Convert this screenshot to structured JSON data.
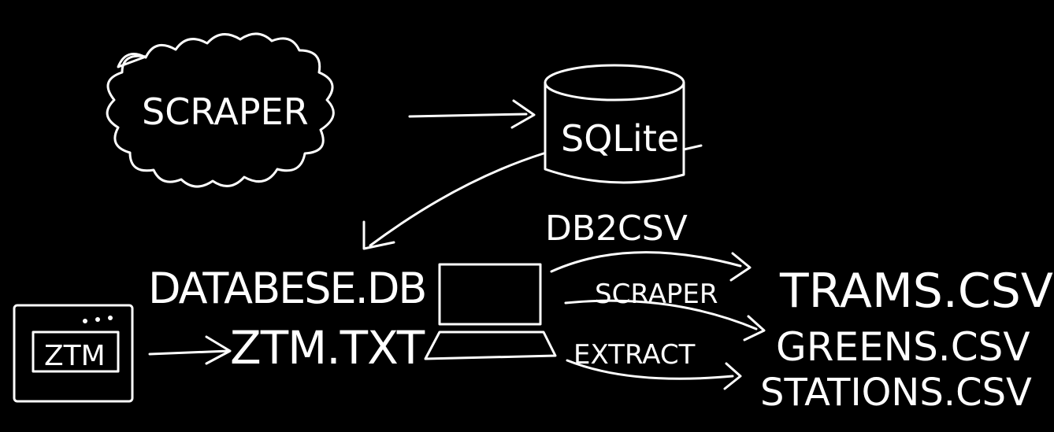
{
  "colors": {
    "background": "#000000",
    "ink": "#ffffff"
  },
  "nodes": {
    "scraper_cloud": "SCRAPER",
    "sqlite_db": "SQLite",
    "database_file": "DATABESE.DB",
    "ztm_window": "ZTM",
    "ztm_file": "ZTM.TXT",
    "trams_csv": "TRAMS.CSV",
    "greens_csv": "GREENS.CSV",
    "stations_csv": "STATIONS.CSV"
  },
  "edges": {
    "db2csv": "DB2CSV",
    "scraper": "SCRAPER",
    "extract": "EXTRACT"
  },
  "icons": [
    "cloud-icon",
    "database-cylinder-icon",
    "laptop-icon",
    "browser-window-icon"
  ]
}
